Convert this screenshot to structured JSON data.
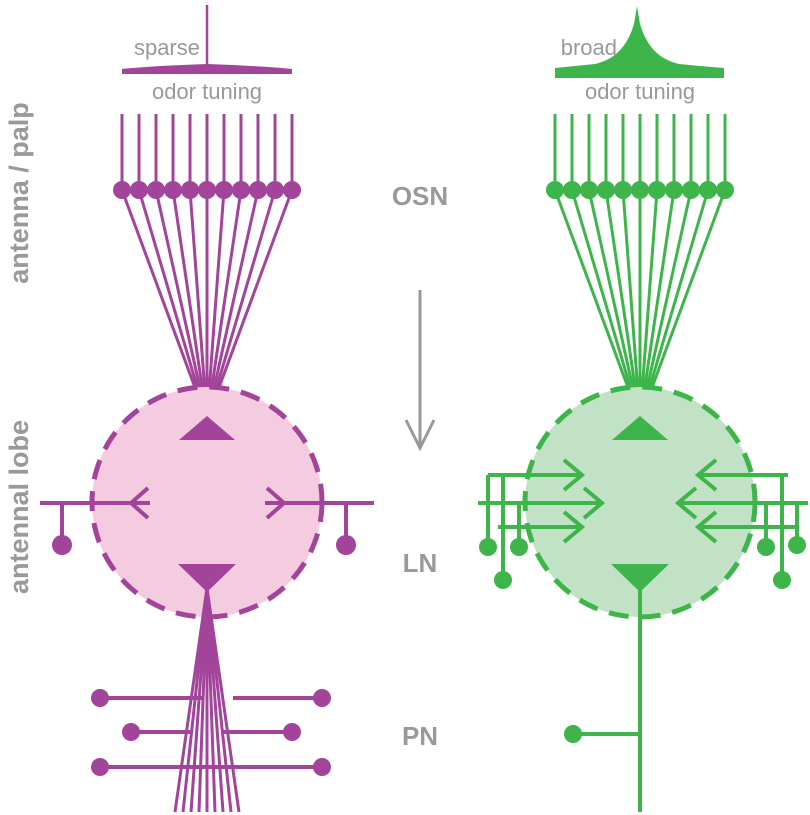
{
  "colors": {
    "sparse": "#a2449a",
    "sparse_fill": "#f5cbe0",
    "broad": "#3db54a",
    "broad_fill": "#c2e2c6",
    "label": "#999999"
  },
  "labels": {
    "side_top": "antenna / palp",
    "side_bottom": "antennal lobe",
    "osn": "OSN",
    "ln": "LN",
    "pn": "PN"
  },
  "left_panel": {
    "tuning_word": "sparse",
    "tuning_caption": "odor tuning"
  },
  "right_panel": {
    "tuning_word": "broad",
    "tuning_caption": "odor tuning"
  },
  "arrow": {
    "icon": "down-arrow-icon"
  }
}
